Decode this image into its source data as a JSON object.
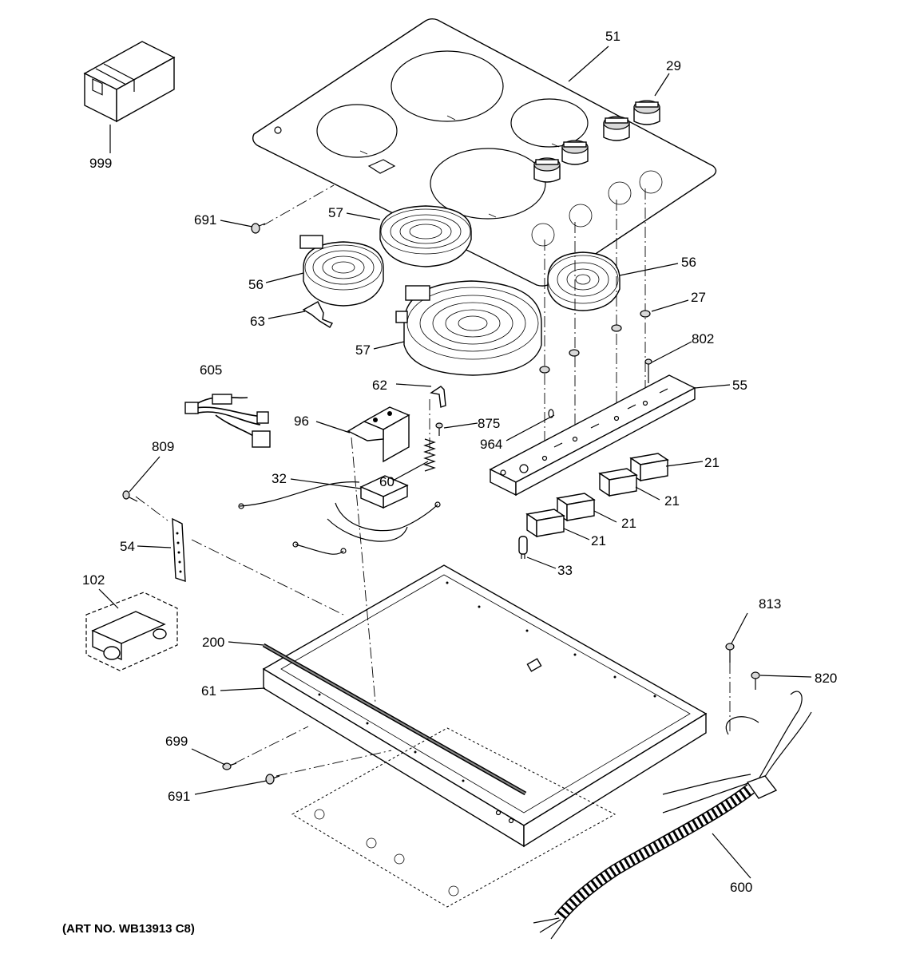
{
  "art_number": "(ART NO. WB13913 C8)",
  "callouts": {
    "c51": "51",
    "c29": "29",
    "c999": "999",
    "c691a": "691",
    "c57a": "57",
    "c56a": "56",
    "c56b": "56",
    "c27": "27",
    "c63": "63",
    "c57b": "57",
    "c802": "802",
    "c605": "605",
    "c62": "62",
    "c55": "55",
    "c96": "96",
    "c875": "875",
    "c964": "964",
    "c809": "809",
    "c60": "60",
    "c32": "32",
    "c21a": "21",
    "c21b": "21",
    "c21c": "21",
    "c21d": "21",
    "c54": "54",
    "c33": "33",
    "c102": "102",
    "c813": "813",
    "c200": "200",
    "c820": "820",
    "c61": "61",
    "c699": "699",
    "c691b": "691",
    "c600": "600"
  }
}
